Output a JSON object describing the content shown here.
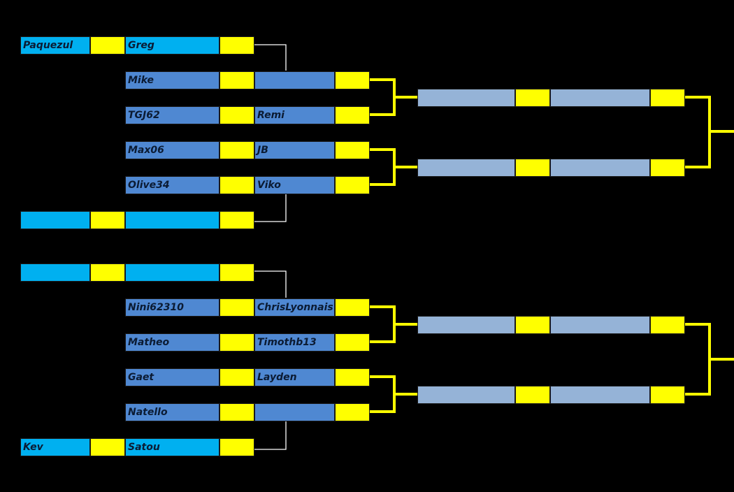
{
  "colors": {
    "background": "#000000",
    "prelim_name": "#00b0f0",
    "round_name": "#4f88d2",
    "quarter_name": "#95b3d7",
    "score": "#ffff00",
    "prelim_connector": "#ffffff",
    "winner_connector": "#ffff00"
  },
  "bracket": {
    "rows": [
      {
        "cells": [
          {
            "col": 0,
            "kind": "prelim",
            "text": "Paquezul"
          },
          {
            "col": 1,
            "kind": "score",
            "text": ""
          },
          {
            "col": 2,
            "kind": "prelim",
            "text": "Greg"
          },
          {
            "col": 3,
            "kind": "score",
            "text": ""
          }
        ]
      },
      {
        "cells": [
          {
            "col": 2,
            "kind": "round",
            "text": "Mike"
          },
          {
            "col": 3,
            "kind": "score",
            "text": ""
          },
          {
            "col": 4,
            "kind": "round",
            "text": ""
          },
          {
            "col": 5,
            "kind": "score",
            "text": ""
          }
        ]
      },
      {
        "cells": [
          {
            "col": 2,
            "kind": "round",
            "text": "TGJ62"
          },
          {
            "col": 3,
            "kind": "score",
            "text": ""
          },
          {
            "col": 4,
            "kind": "round",
            "text": "Remi"
          },
          {
            "col": 5,
            "kind": "score",
            "text": ""
          }
        ]
      },
      {
        "cells": [
          {
            "col": 2,
            "kind": "round",
            "text": "Max06"
          },
          {
            "col": 3,
            "kind": "score",
            "text": ""
          },
          {
            "col": 4,
            "kind": "round",
            "text": "JB"
          },
          {
            "col": 5,
            "kind": "score",
            "text": ""
          }
        ]
      },
      {
        "cells": [
          {
            "col": 2,
            "kind": "round",
            "text": "Olive34"
          },
          {
            "col": 3,
            "kind": "score",
            "text": ""
          },
          {
            "col": 4,
            "kind": "round",
            "text": "Viko"
          },
          {
            "col": 5,
            "kind": "score",
            "text": ""
          }
        ]
      },
      {
        "cells": [
          {
            "col": 0,
            "kind": "prelim",
            "text": ""
          },
          {
            "col": 1,
            "kind": "score",
            "text": ""
          },
          {
            "col": 2,
            "kind": "prelim",
            "text": ""
          },
          {
            "col": 3,
            "kind": "score",
            "text": ""
          }
        ]
      },
      {
        "cells": []
      },
      {
        "cells": [
          {
            "col": 0,
            "kind": "prelim",
            "text": ""
          },
          {
            "col": 1,
            "kind": "score",
            "text": ""
          },
          {
            "col": 2,
            "kind": "prelim",
            "text": ""
          },
          {
            "col": 3,
            "kind": "score",
            "text": ""
          }
        ]
      },
      {
        "cells": [
          {
            "col": 2,
            "kind": "round",
            "text": "Nini62310"
          },
          {
            "col": 3,
            "kind": "score",
            "text": ""
          },
          {
            "col": 4,
            "kind": "round",
            "text": "ChrisLyonnais"
          },
          {
            "col": 5,
            "kind": "score",
            "text": ""
          }
        ]
      },
      {
        "cells": [
          {
            "col": 2,
            "kind": "round",
            "text": "Matheo"
          },
          {
            "col": 3,
            "kind": "score",
            "text": ""
          },
          {
            "col": 4,
            "kind": "round",
            "text": "Timothb13"
          },
          {
            "col": 5,
            "kind": "score",
            "text": ""
          }
        ]
      },
      {
        "cells": [
          {
            "col": 2,
            "kind": "round",
            "text": "Gaet"
          },
          {
            "col": 3,
            "kind": "score",
            "text": ""
          },
          {
            "col": 4,
            "kind": "round",
            "text": "Layden"
          },
          {
            "col": 5,
            "kind": "score",
            "text": ""
          }
        ]
      },
      {
        "cells": [
          {
            "col": 2,
            "kind": "round",
            "text": "Natello"
          },
          {
            "col": 3,
            "kind": "score",
            "text": ""
          },
          {
            "col": 4,
            "kind": "round",
            "text": ""
          },
          {
            "col": 5,
            "kind": "score",
            "text": ""
          }
        ]
      },
      {
        "cells": [
          {
            "col": 0,
            "kind": "prelim",
            "text": "Kev"
          },
          {
            "col": 1,
            "kind": "score",
            "text": ""
          },
          {
            "col": 2,
            "kind": "prelim",
            "text": "Satou"
          },
          {
            "col": 3,
            "kind": "score",
            "text": ""
          }
        ]
      }
    ],
    "quarterfinals": [
      {
        "slot": 0,
        "cells": [
          {
            "kind": "quarter",
            "text": ""
          },
          {
            "kind": "score",
            "text": ""
          },
          {
            "kind": "quarter",
            "text": ""
          },
          {
            "kind": "score",
            "text": ""
          }
        ]
      },
      {
        "slot": 1,
        "cells": [
          {
            "kind": "quarter",
            "text": ""
          },
          {
            "kind": "score",
            "text": ""
          },
          {
            "kind": "quarter",
            "text": ""
          },
          {
            "kind": "score",
            "text": ""
          }
        ]
      },
      {
        "slot": 2,
        "cells": [
          {
            "kind": "quarter",
            "text": ""
          },
          {
            "kind": "score",
            "text": ""
          },
          {
            "kind": "quarter",
            "text": ""
          },
          {
            "kind": "score",
            "text": ""
          }
        ]
      },
      {
        "slot": 3,
        "cells": [
          {
            "kind": "quarter",
            "text": ""
          },
          {
            "kind": "score",
            "text": ""
          },
          {
            "kind": "quarter",
            "text": ""
          },
          {
            "kind": "score",
            "text": ""
          }
        ]
      }
    ]
  }
}
